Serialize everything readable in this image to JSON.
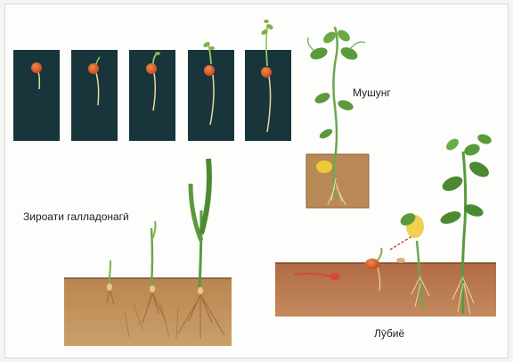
{
  "labels": {
    "pea": "Мушунг",
    "grains": "Зироати галладонагӣ",
    "bean": "Лӯбиё"
  },
  "icons": {
    "germination_series": "germinating-pea-sequence",
    "pea_plant": "pea-plant-icon",
    "grain_crop": "cereal-seedling-icon",
    "bean_plant": "bean-plant-icon"
  },
  "colors": {
    "dark_panel": "#17353b",
    "seed": "#d6502a",
    "soil": "#b1794a",
    "leaf": "#5a9a3c",
    "stem": "#6aa84f"
  }
}
